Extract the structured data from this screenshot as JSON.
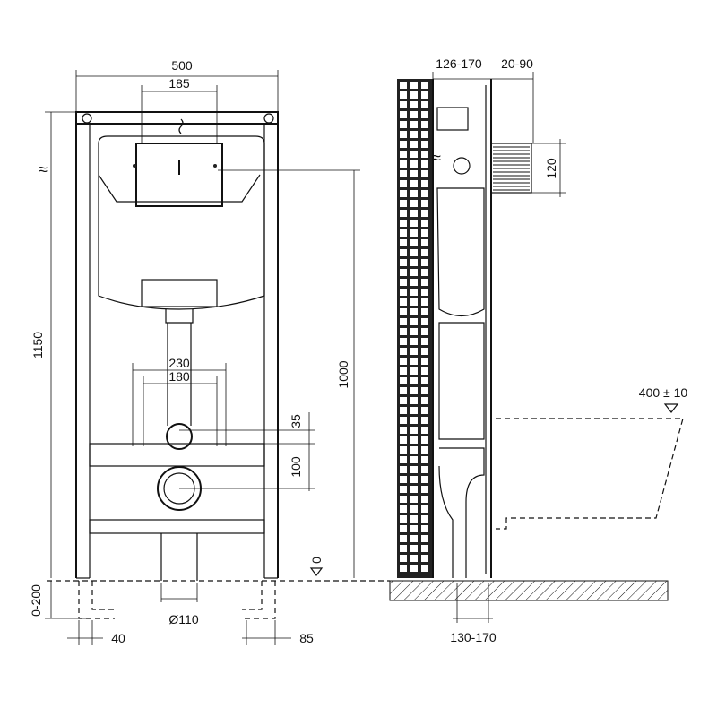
{
  "front_view": {
    "width_total": "500",
    "width_plate": "185",
    "height_total": "1150",
    "bolt_outer": "230",
    "bolt_inner": "180",
    "offset_top": "35",
    "offset_drain": "100",
    "height_plate": "1000",
    "floor_level": "0",
    "leg_adjust": "0-200",
    "leg_left": "40",
    "drain_diameter": "Ø110",
    "leg_right": "85",
    "water_symbol": "≈"
  },
  "side_view": {
    "depth_frame": "126-170",
    "wall_offset": "20-90",
    "flange_height": "120",
    "seat_height": "400 ± 10",
    "drain_offset": "130-170",
    "water_symbol": "≈"
  }
}
